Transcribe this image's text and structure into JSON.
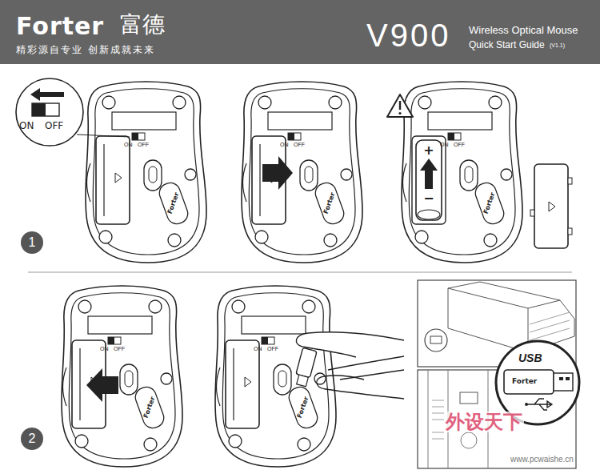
{
  "diagram": {
    "nodes": [
      {
        "text": [
          "1"
        ]
      },
      {
        "text": [
          "2"
        ]
      }
    ],
    "labels": [
      "Forter",
      "富德",
      "精彩源自专业 创新成就未来",
      "V900",
      "Wireless Optical Mouse",
      "Quick Start Guide",
      "(V1.1)",
      "ON",
      "OFF",
      "ON",
      "OFF",
      "ON",
      "OFF",
      "ON",
      "OFF",
      "ON",
      "OFF",
      "ON",
      "OFF",
      "Forter",
      "Forter",
      "Forter",
      "Forter",
      "Forter",
      "+",
      "−",
      "USB",
      "Forter",
      "外设天下",
      "www.pcwaishe.cn"
    ]
  }
}
